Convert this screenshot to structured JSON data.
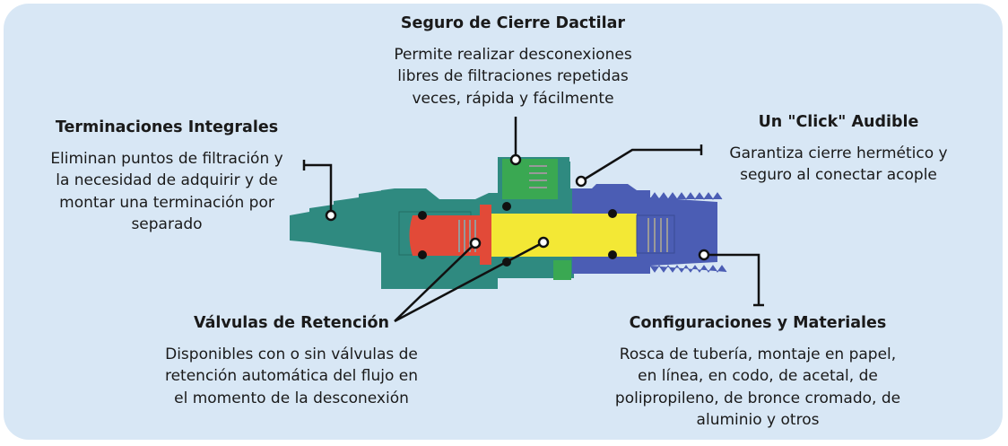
{
  "callouts": {
    "seguro": {
      "title": "Seguro de Cierre Dactilar",
      "lines": [
        "Permite realizar desconexiones",
        "libres de filtraciones repetidas",
        "veces, rápida y fácilmente"
      ]
    },
    "terminaciones": {
      "title": "Terminaciones Integrales",
      "lines": [
        "Eliminan puntos de filtración y",
        "la necesidad de adquirir y de",
        "montar una terminación por",
        "separado"
      ]
    },
    "click": {
      "title": "Un \"Click\" Audible",
      "lines": [
        "Garantiza cierre hermético y",
        "seguro al conectar acople"
      ]
    },
    "valvulas": {
      "title": "Válvulas de Retención",
      "lines": [
        "Disponibles con o sin válvulas de",
        "retención automática del flujo en",
        "el momento de la desconexión"
      ]
    },
    "config": {
      "title": "Configuraciones y Materiales",
      "lines": [
        "Rosca de tubería, montaje en papel,",
        "en línea, en codo, de acetal, de",
        "polipropileno, de bronce cromado, de",
        "aluminio y otros"
      ]
    }
  },
  "colors": {
    "background": "#d8e7f5",
    "teal": "#2f8a80",
    "blue": "#4b5db4",
    "green": "#3aa852",
    "red": "#e24a38",
    "yellow": "#f3e835"
  }
}
